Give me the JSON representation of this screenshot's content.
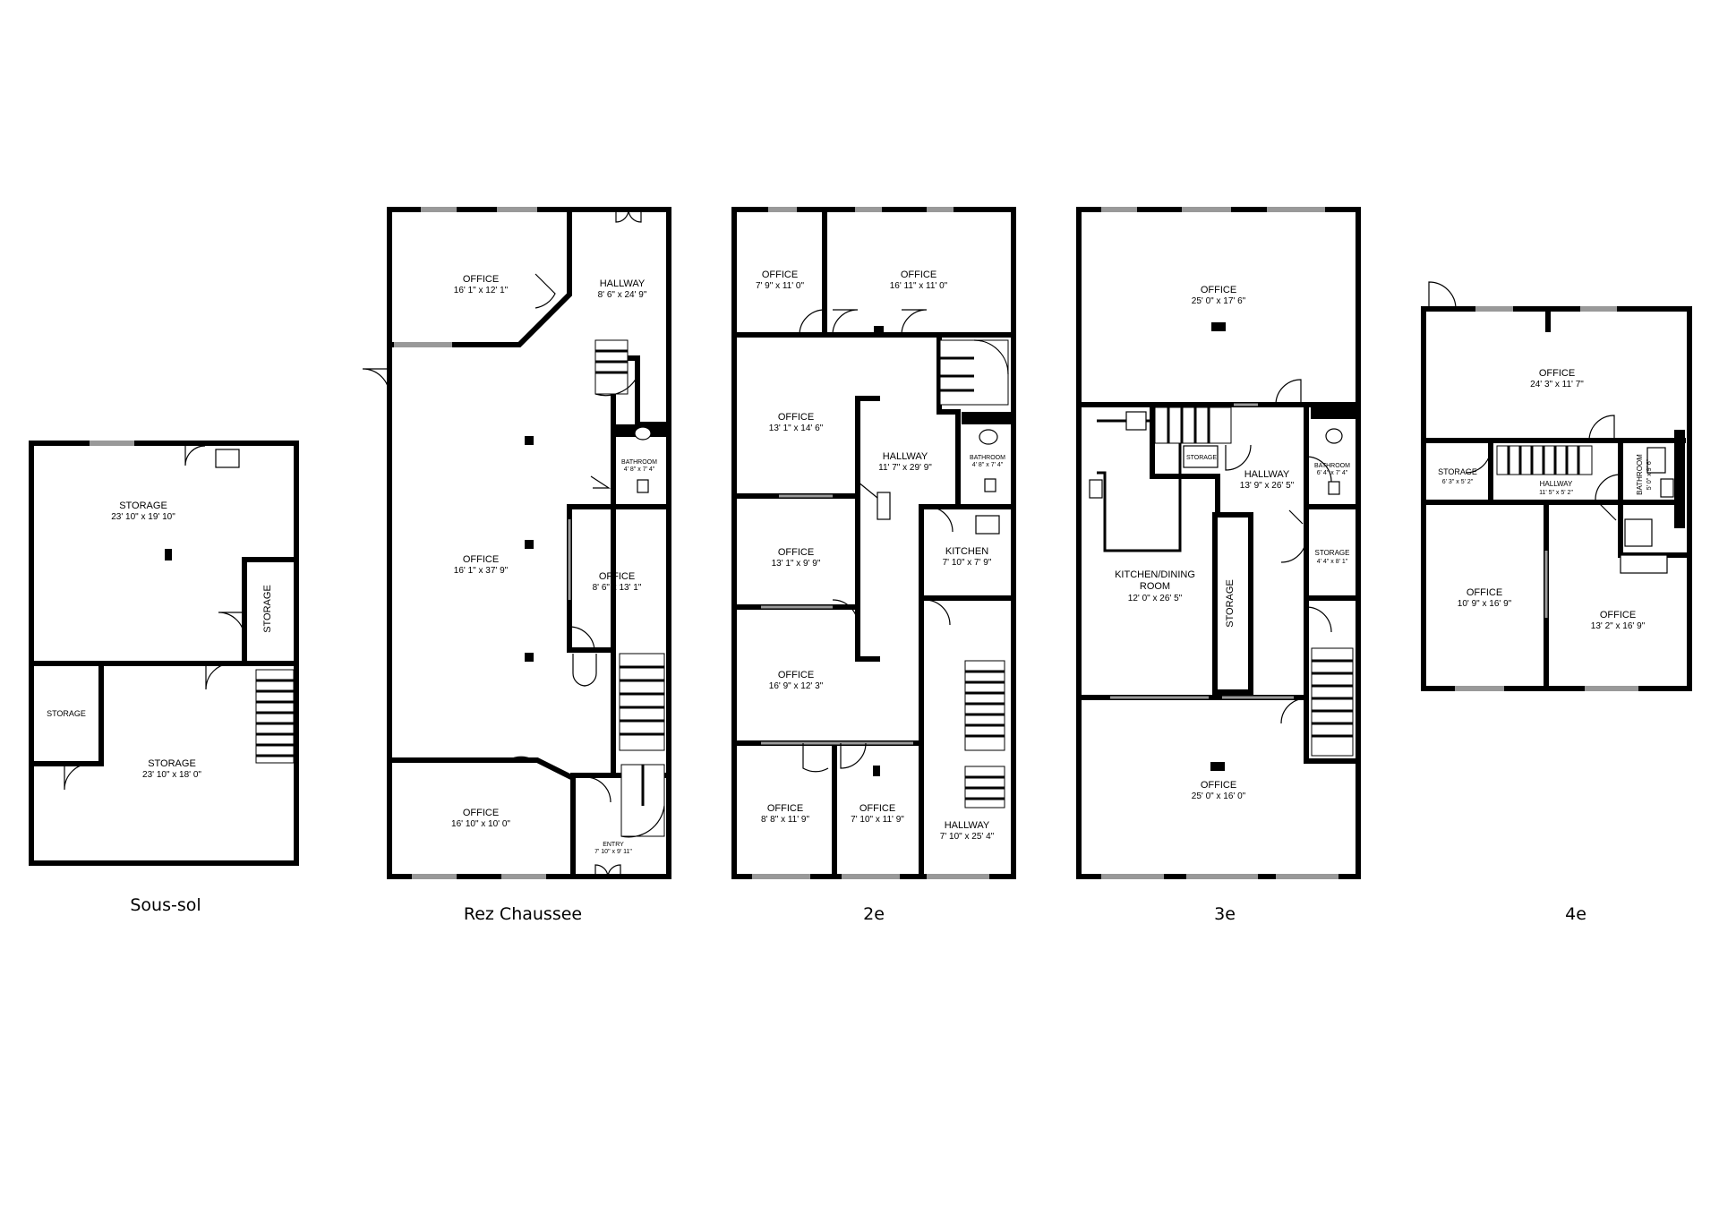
{
  "floors": [
    {
      "label": "Sous-sol",
      "rooms": [
        {
          "name": "STORAGE",
          "dims": "23' 10\" x 19' 10\""
        },
        {
          "name": "STORAGE",
          "dims": ""
        },
        {
          "name": "STORAGE",
          "dims": ""
        },
        {
          "name": "STORAGE",
          "dims": "23' 10\" x 18' 0\""
        }
      ]
    },
    {
      "label": "Rez Chaussee",
      "rooms": [
        {
          "name": "OFFICE",
          "dims": "16' 1\" x 12' 1\""
        },
        {
          "name": "HALLWAY",
          "dims": "8' 6\" x 24' 9\""
        },
        {
          "name": "BATHROOM",
          "dims": "4' 8\" x 7' 4\""
        },
        {
          "name": "OFFICE",
          "dims": "16' 1\" x 37' 9\""
        },
        {
          "name": "OFFICE",
          "dims": "8' 6\" x 13' 1\""
        },
        {
          "name": "OFFICE",
          "dims": "16' 10\" x 10' 0\""
        },
        {
          "name": "ENTRY",
          "dims": "7' 10\" x 9' 11\""
        }
      ]
    },
    {
      "label": "2e",
      "rooms": [
        {
          "name": "OFFICE",
          "dims": "7' 9\" x 11' 0\""
        },
        {
          "name": "OFFICE",
          "dims": "16' 11\" x 11' 0\""
        },
        {
          "name": "OFFICE",
          "dims": "13' 1\" x 14' 6\""
        },
        {
          "name": "HALLWAY",
          "dims": "11' 7\" x 29' 9\""
        },
        {
          "name": "BATHROOM",
          "dims": "4' 8\" x 7' 4\""
        },
        {
          "name": "OFFICE",
          "dims": "13' 1\" x 9' 9\""
        },
        {
          "name": "KITCHEN",
          "dims": "7' 10\" x 7' 9\""
        },
        {
          "name": "OFFICE",
          "dims": "16' 9\" x 12' 3\""
        },
        {
          "name": "OFFICE",
          "dims": "8' 8\" x 11' 9\""
        },
        {
          "name": "OFFICE",
          "dims": "7' 10\" x 11' 9\""
        },
        {
          "name": "HALLWAY",
          "dims": "7' 10\" x 25' 4\""
        }
      ]
    },
    {
      "label": "3e",
      "rooms": [
        {
          "name": "OFFICE",
          "dims": "25' 0\" x 17' 6\""
        },
        {
          "name": "STORAGE",
          "dims": ""
        },
        {
          "name": "HALLWAY",
          "dims": "13' 9\" x 26' 5\""
        },
        {
          "name": "BATHROOM",
          "dims": "6' 4\" x 7' 4\""
        },
        {
          "name": "KITCHEN/DINING",
          "dims": ""
        },
        {
          "name": "ROOM",
          "dims": "12' 0\" x 26' 5\""
        },
        {
          "name": "STORAGE",
          "dims": ""
        },
        {
          "name": "STORAGE",
          "dims": "4' 4\" x 8' 1\""
        },
        {
          "name": "OFFICE",
          "dims": "25' 0\" x 16' 0\""
        }
      ]
    },
    {
      "label": "4e",
      "rooms": [
        {
          "name": "OFFICE",
          "dims": "24' 3\" x 11' 7\""
        },
        {
          "name": "STORAGE",
          "dims": "6' 3\" x 5' 2\""
        },
        {
          "name": "HALLWAY",
          "dims": "11' 5\" x 5' 2\""
        },
        {
          "name": "BATHROOM",
          "dims": "5' 0\" x 9' 6\""
        },
        {
          "name": "OFFICE",
          "dims": "10' 9\" x 16' 9\""
        },
        {
          "name": "OFFICE",
          "dims": "13' 2\" x 16' 9\""
        }
      ]
    }
  ]
}
